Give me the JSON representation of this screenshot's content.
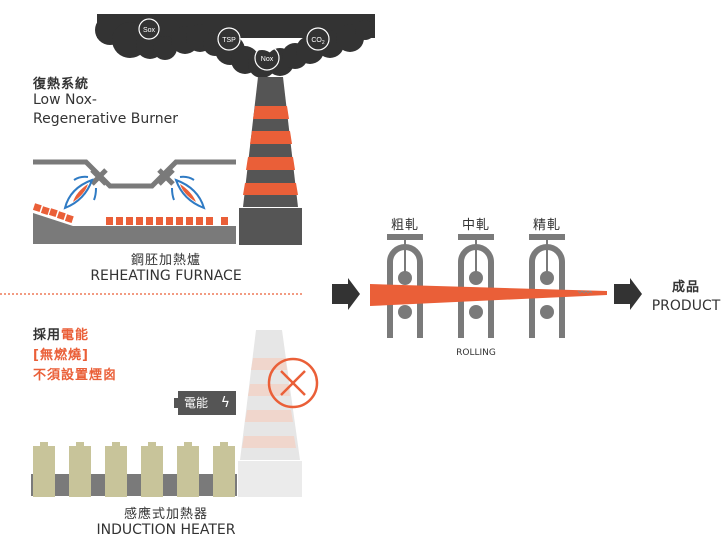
{
  "pollutants": [
    "Sox",
    "TSP",
    "Nox",
    "CO2"
  ],
  "regenerative_burner": {
    "title_zh": "復熱系統",
    "title_en_line1": "Low Nox-",
    "title_en_line2": "Regenerative Burner"
  },
  "reheating_furnace": {
    "label_zh": "鋼胚加熱爐",
    "label_en": "REHEATING FURNACE"
  },
  "induction_note": {
    "line1_prefix": "採用",
    "line1_highlight": "電能",
    "line2": "[無燃燒]",
    "line3": "不須設置煙囪"
  },
  "power_badge": {
    "label": "電能",
    "icon": "lightning-bolt-icon"
  },
  "induction_heater": {
    "label_zh": "感應式加熱器",
    "label_en": "INDUCTION HEATER"
  },
  "rolling": {
    "stands": [
      "粗軋",
      "中軋",
      "精軋"
    ],
    "label": "ROLLING"
  },
  "product": {
    "label_zh": "成品",
    "label_en": "PRODUCT"
  },
  "colors": {
    "accent": "#ea5f38",
    "dark": "#333333",
    "gray": "#555555",
    "steel": "#7a7a7a",
    "flame_blue": "#2f7bc4",
    "coil": "#c8c49a"
  }
}
